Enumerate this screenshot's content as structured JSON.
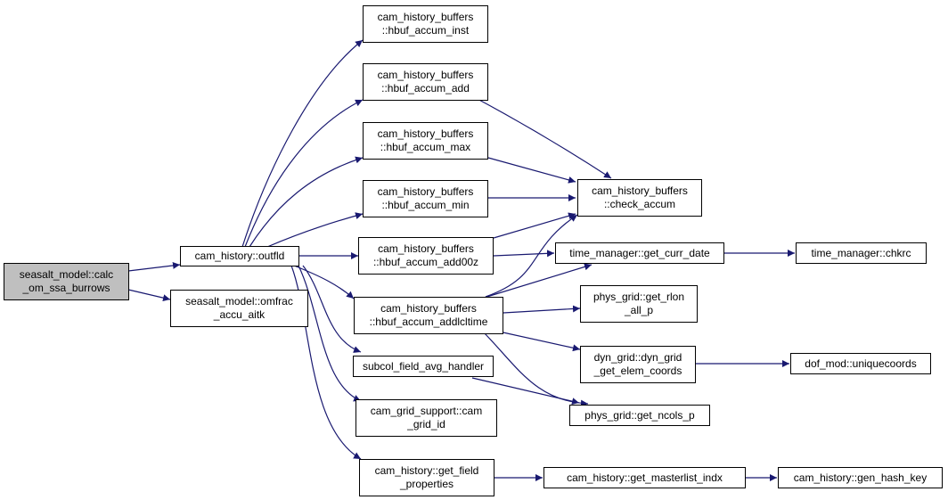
{
  "colors": {
    "edge": "#191970",
    "root_fill": "#bfbfbf",
    "node_fill": "#ffffff",
    "border": "#000000"
  },
  "nodes": {
    "seasalt_calc": "seasalt_model::calc\n_om_ssa_burrows",
    "outfld": "cam_history::outfld",
    "omfrac": "seasalt_model::omfrac\n_accu_aitk",
    "inst": "cam_history_buffers\n::hbuf_accum_inst",
    "add": "cam_history_buffers\n::hbuf_accum_add",
    "max": "cam_history_buffers\n::hbuf_accum_max",
    "min": "cam_history_buffers\n::hbuf_accum_min",
    "add00z": "cam_history_buffers\n::hbuf_accum_add00z",
    "addlcl": "cam_history_buffers\n::hbuf_accum_addlcltime",
    "subcol": "subcol_field_avg_handler",
    "gridid": "cam_grid_support::cam\n_grid_id",
    "getfield": "cam_history::get_field\n_properties",
    "check": "cam_history_buffers\n::check_accum",
    "currdate": "time_manager::get_curr_date",
    "chkrc": "time_manager::chkrc",
    "rlon": "phys_grid::get_rlon\n_all_p",
    "dyngrid": "dyn_grid::dyn_grid\n_get_elem_coords",
    "unique": "dof_mod::uniquecoords",
    "ncols": "phys_grid::get_ncols_p",
    "master": "cam_history::get_masterlist_indx",
    "hash": "cam_history::gen_hash_key"
  }
}
